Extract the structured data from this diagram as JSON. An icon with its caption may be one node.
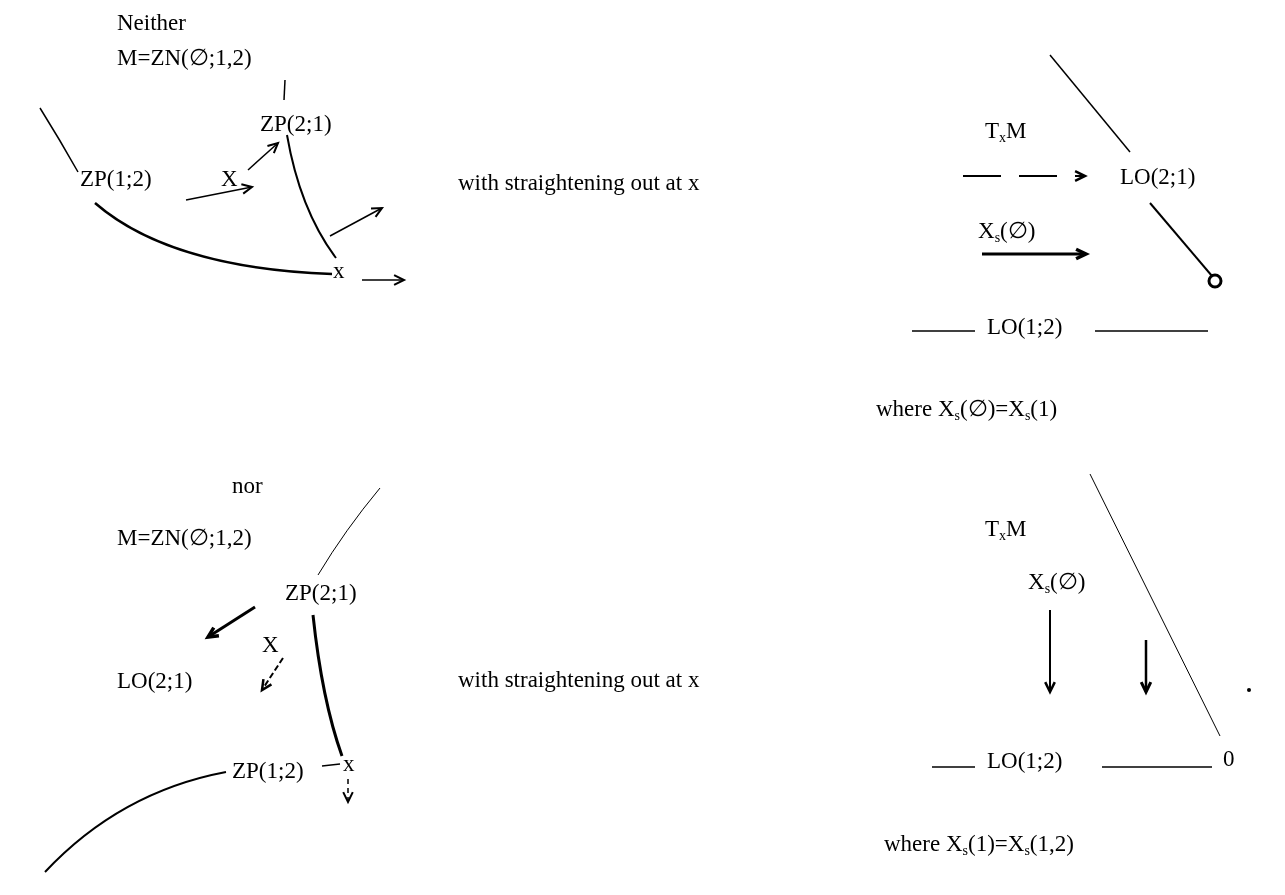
{
  "diagram": {
    "labels": [
      "Neither",
      "M=ZN(∅;1,2)",
      "ZP(2;1)",
      "ZP(1;2)",
      "X",
      "x",
      "with straightening out at x",
      "T$_{x}$M",
      "LO(2;1)",
      "X$_{s}$(∅)",
      "LO(1;2)",
      "where X$_{s}$(∅)=X$_{s}$(1)",
      "nor",
      "M=ZN(∅;1,2)",
      "ZP(2;1)",
      "X",
      "LO(2;1)",
      "with straightening out at x",
      "T$_{x}$M",
      "X$_{s}$(∅)",
      "ZP(1;2)",
      "x",
      "LO(1;2)",
      "0",
      "where X$_{s}$(1)=X$_{s}$(1,2)"
    ]
  }
}
